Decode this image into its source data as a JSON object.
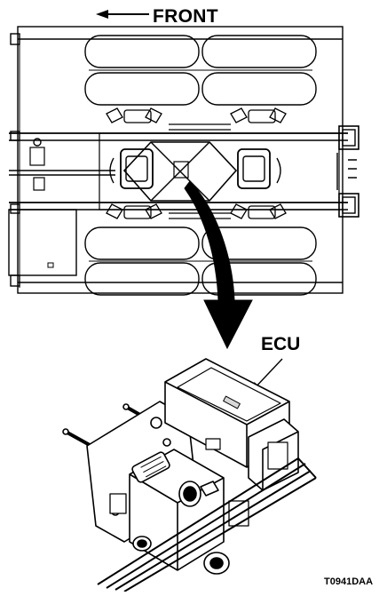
{
  "labels": {
    "front": "FRONT",
    "ecu": "ECU",
    "figure_code": "T0941DAA"
  },
  "colors": {
    "ink": "#000000",
    "paper": "#ffffff",
    "shade": "#d8d8d8"
  },
  "icons": {
    "direction": "arrow-left-icon",
    "callout": "curved-callout-arrow-icon",
    "leader": "leader-arrow-icon"
  }
}
